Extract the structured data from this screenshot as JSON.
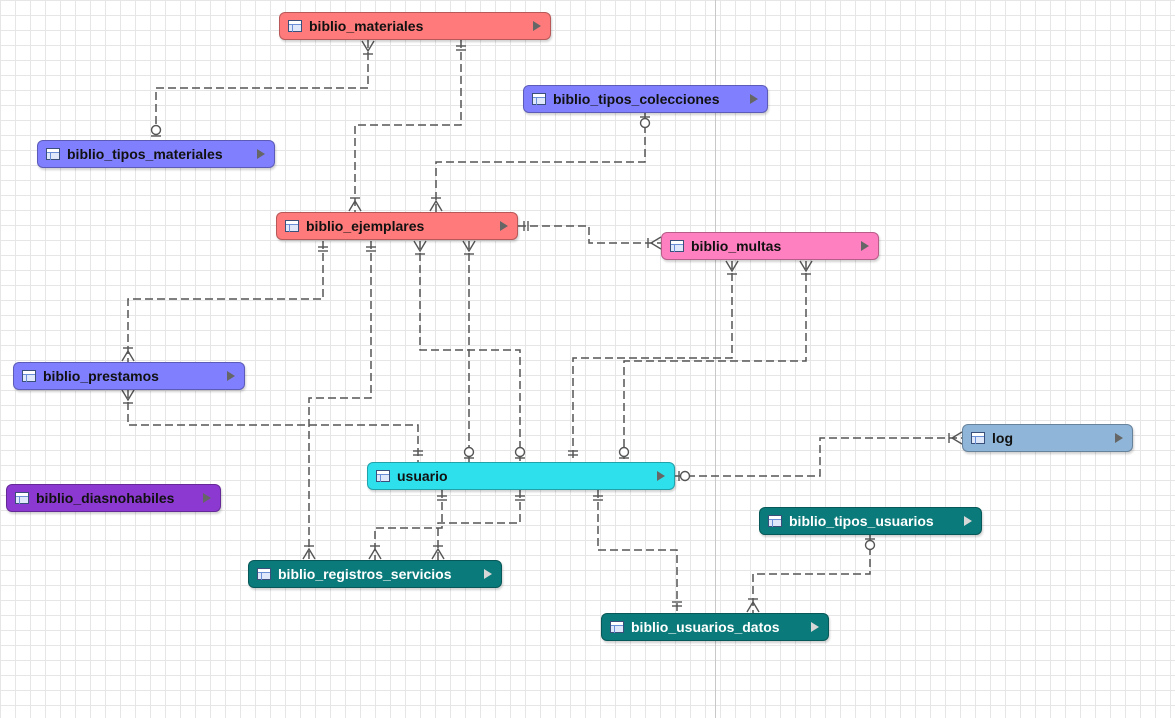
{
  "diagram": {
    "entities": [
      {
        "id": "biblio_materiales",
        "label": "biblio_materiales",
        "color": "#ff7b7b"
      },
      {
        "id": "biblio_tipos_colecciones",
        "label": "biblio_tipos_colecciones",
        "color": "#8080ff"
      },
      {
        "id": "biblio_tipos_materiales",
        "label": "biblio_tipos_materiales",
        "color": "#8080ff"
      },
      {
        "id": "biblio_ejemplares",
        "label": "biblio_ejemplares",
        "color": "#ff7b7b"
      },
      {
        "id": "biblio_multas",
        "label": "biblio_multas",
        "color": "#ff80c0"
      },
      {
        "id": "biblio_prestamos",
        "label": "biblio_prestamos",
        "color": "#8080ff"
      },
      {
        "id": "log",
        "label": "log",
        "color": "#8fb6d8"
      },
      {
        "id": "usuario",
        "label": "usuario",
        "color": "#2ee0ec"
      },
      {
        "id": "biblio_diasnohabiles",
        "label": "biblio_diasnohabiles",
        "color": "#8c39d2"
      },
      {
        "id": "biblio_tipos_usuarios",
        "label": "biblio_tipos_usuarios",
        "color": "#0b7a7a"
      },
      {
        "id": "biblio_registros_servicios",
        "label": "biblio_registros_servicios",
        "color": "#0b7a7a"
      },
      {
        "id": "biblio_usuarios_datos",
        "label": "biblio_usuarios_datos",
        "color": "#0b7a7a"
      }
    ],
    "relationships": [
      {
        "from": "biblio_materiales",
        "to": "biblio_tipos_materiales",
        "from_end": "many",
        "to_end": "zero-or-one"
      },
      {
        "from": "biblio_materiales",
        "to": "biblio_ejemplares",
        "from_end": "one",
        "to_end": "many"
      },
      {
        "from": "biblio_tipos_colecciones",
        "to": "biblio_ejemplares",
        "from_end": "zero-or-one",
        "to_end": "many"
      },
      {
        "from": "biblio_ejemplares",
        "to": "biblio_multas",
        "from_end": "one",
        "to_end": "many"
      },
      {
        "from": "biblio_ejemplares",
        "to": "biblio_prestamos",
        "from_end": "one",
        "to_end": "many"
      },
      {
        "from": "biblio_ejemplares",
        "to": "biblio_registros_servicios",
        "from_end": "one",
        "to_end": "many"
      },
      {
        "from": "biblio_ejemplares",
        "to": "usuario",
        "from_end": "many",
        "to_end": "zero-or-one"
      },
      {
        "from": "biblio_ejemplares",
        "to": "usuario",
        "from_end": "many",
        "to_end": "zero-or-one"
      },
      {
        "from": "biblio_prestamos",
        "to": "usuario",
        "from_end": "many",
        "to_end": "one"
      },
      {
        "from": "biblio_multas",
        "to": "usuario",
        "from_end": "many",
        "to_end": "one"
      },
      {
        "from": "biblio_multas",
        "to": "usuario",
        "from_end": "many",
        "to_end": "zero-or-one"
      },
      {
        "from": "usuario",
        "to": "log",
        "from_end": "zero-or-one",
        "to_end": "many"
      },
      {
        "from": "usuario",
        "to": "biblio_registros_servicios",
        "from_end": "one",
        "to_end": "many"
      },
      {
        "from": "usuario",
        "to": "biblio_registros_servicios",
        "from_end": "one",
        "to_end": "many"
      },
      {
        "from": "usuario",
        "to": "biblio_usuarios_datos",
        "from_end": "one",
        "to_end": "one"
      },
      {
        "from": "biblio_tipos_usuarios",
        "to": "biblio_usuarios_datos",
        "from_end": "zero-or-one",
        "to_end": "many"
      }
    ]
  }
}
